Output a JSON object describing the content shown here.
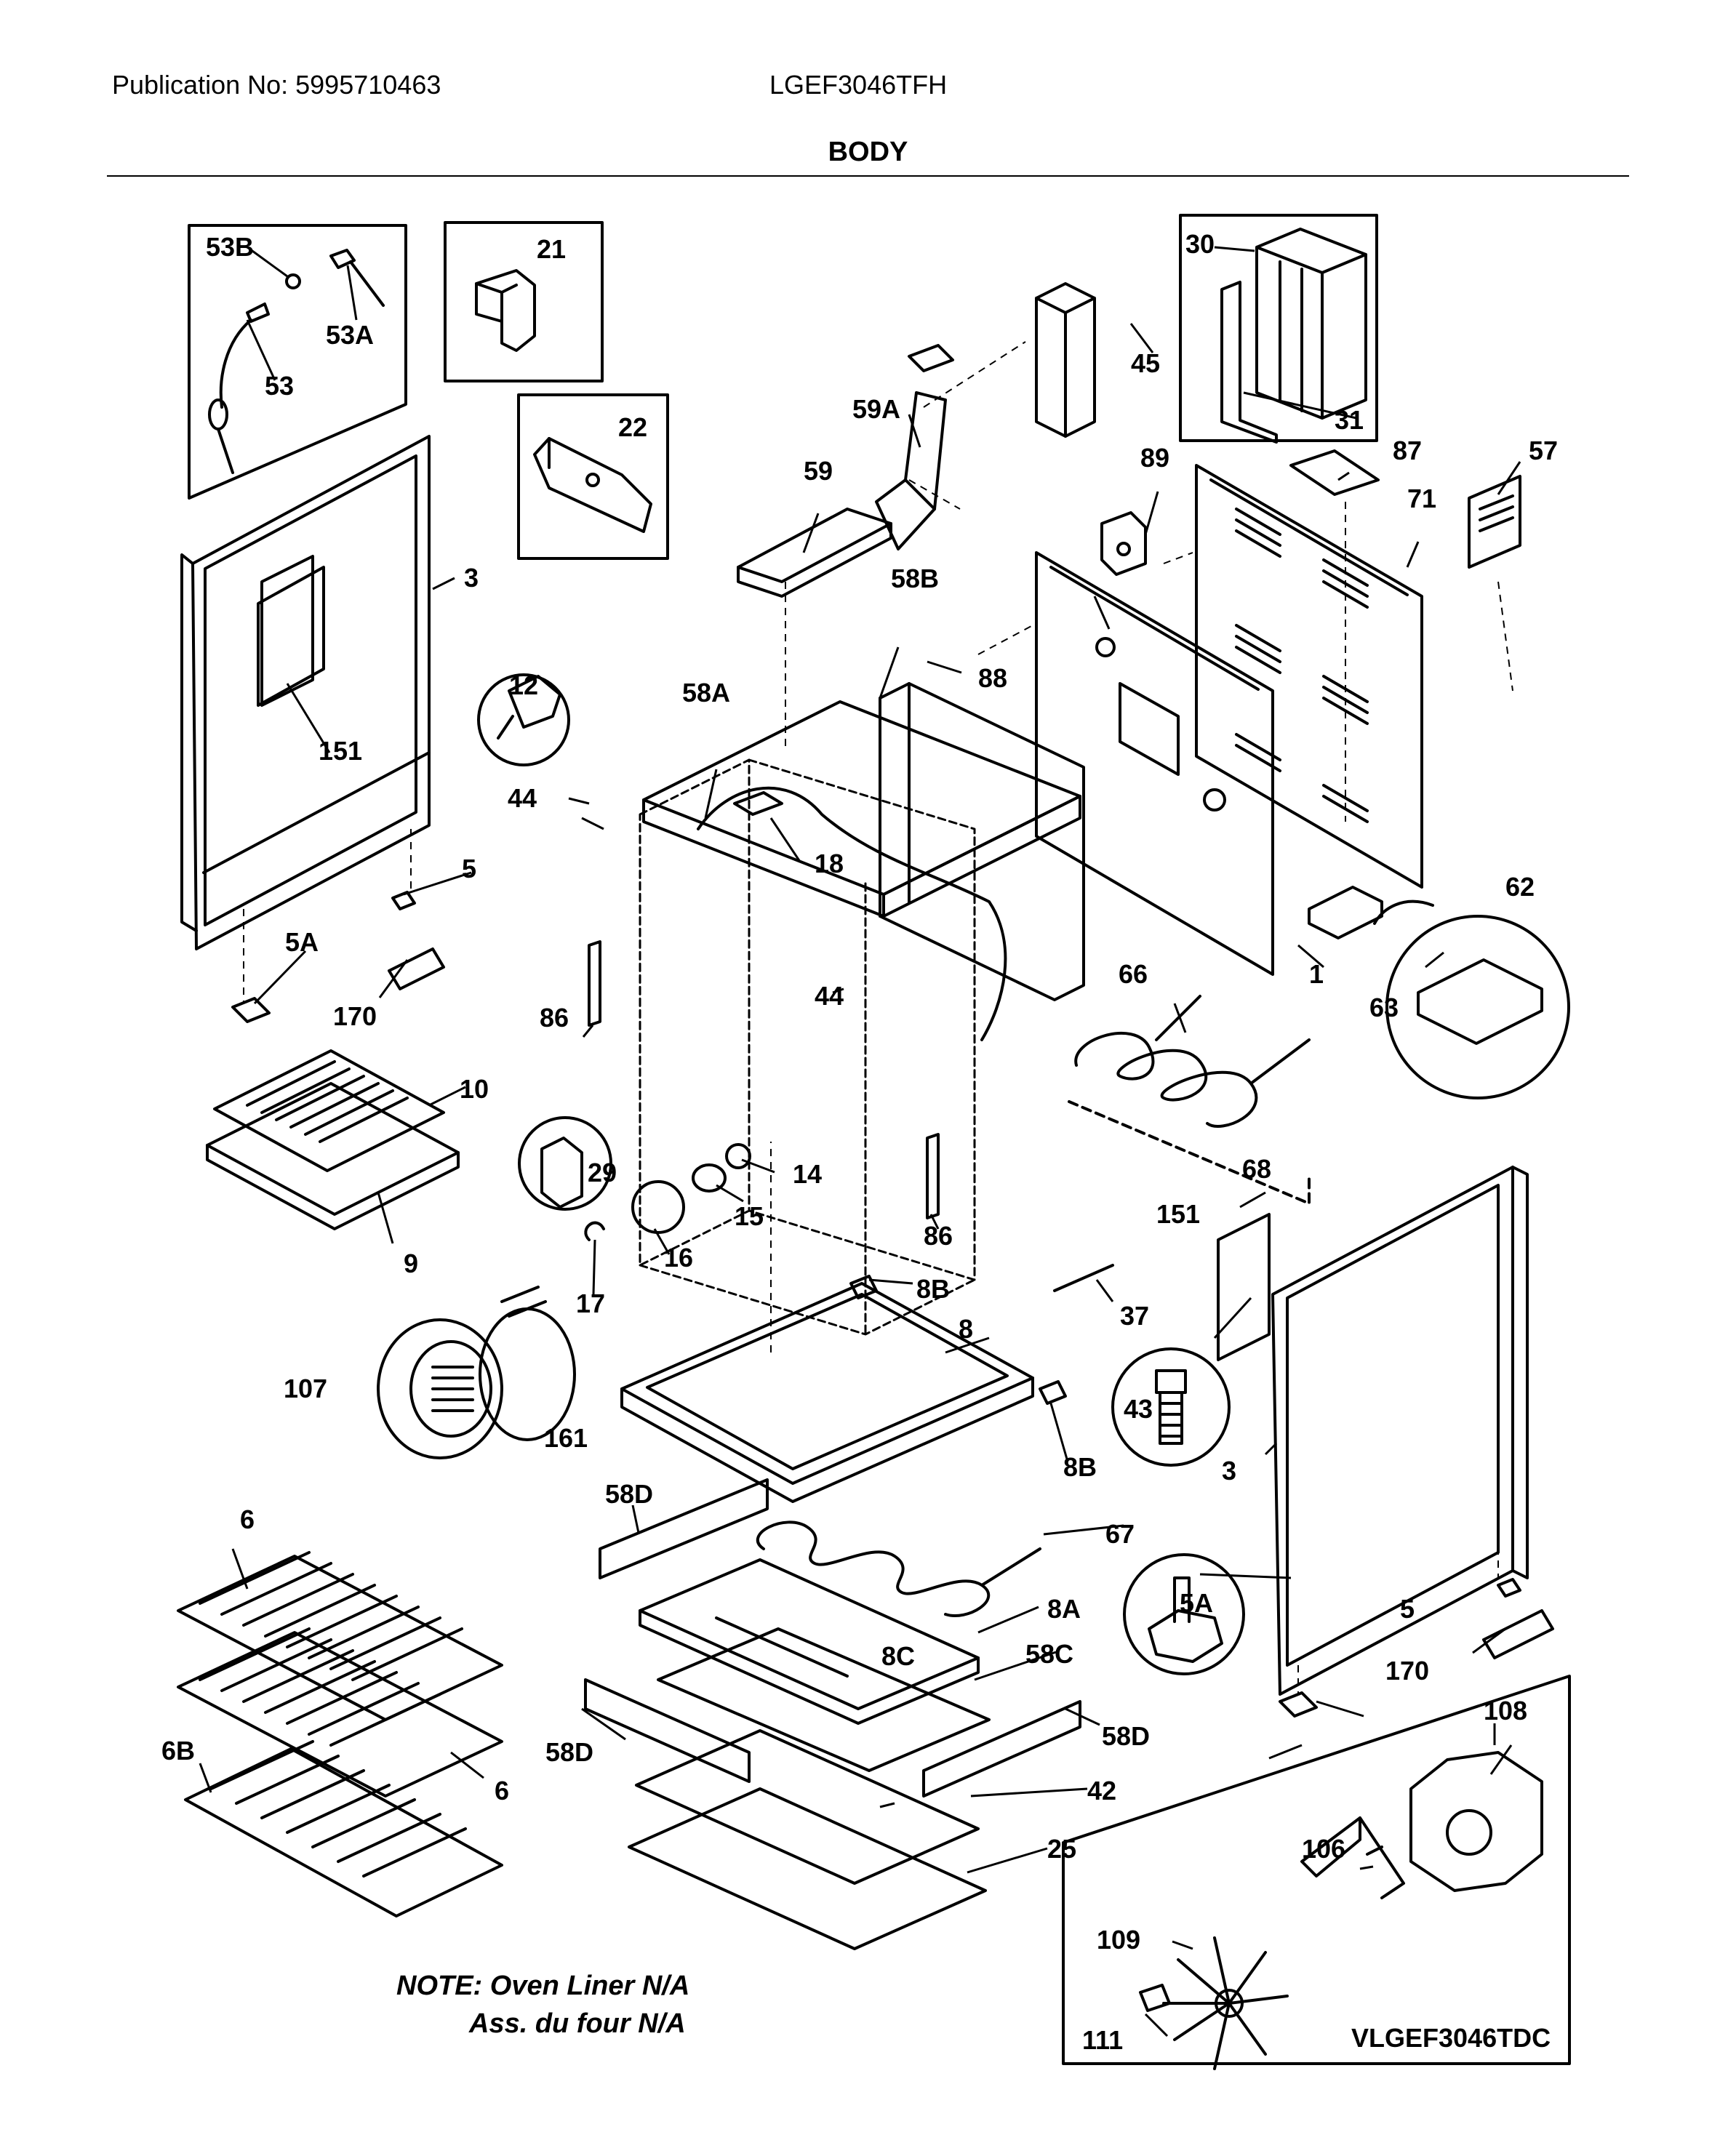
{
  "header": {
    "publication": "Publication No: 5995710463",
    "model": "LGEF3046TFH",
    "section": "BODY"
  },
  "note": {
    "line1": "NOTE: Oven Liner N/A",
    "line2": "Ass. du four N/A"
  },
  "inset_code": "VLGEF3046TDC",
  "labels": {
    "p1": "1",
    "p3a": "3",
    "p3b": "3",
    "p5a": "5",
    "p5b": "5",
    "p5A1": "5A",
    "p5A2": "5A",
    "p6a": "6",
    "p6b": "6",
    "p6B": "6B",
    "p8": "8",
    "p8A": "8A",
    "p8B1": "8B",
    "p8B2": "8B",
    "p8C": "8C",
    "p9": "9",
    "p10": "10",
    "p12": "12",
    "p14": "14",
    "p15": "15",
    "p16": "16",
    "p17": "17",
    "p18": "18",
    "p21": "21",
    "p22": "22",
    "p25": "25",
    "p29": "29",
    "p30": "30",
    "p31": "31",
    "p37": "37",
    "p42": "42",
    "p43": "43",
    "p44a": "44",
    "p44b": "44",
    "p45": "45",
    "p53": "53",
    "p53A": "53A",
    "p53B": "53B",
    "p57": "57",
    "p58A": "58A",
    "p58B": "58B",
    "p58C": "58C",
    "p58D1": "58D",
    "p58D2": "58D",
    "p58D3": "58D",
    "p59": "59",
    "p59A": "59A",
    "p62": "62",
    "p63": "63",
    "p66": "66",
    "p67": "67",
    "p68": "68",
    "p71": "71",
    "p86a": "86",
    "p86b": "86",
    "p87": "87",
    "p88": "88",
    "p89": "89",
    "p106": "106",
    "p107": "107",
    "p108": "108",
    "p109": "109",
    "p111": "111",
    "p151a": "151",
    "p151b": "151",
    "p161": "161",
    "p170a": "170",
    "p170b": "170"
  }
}
